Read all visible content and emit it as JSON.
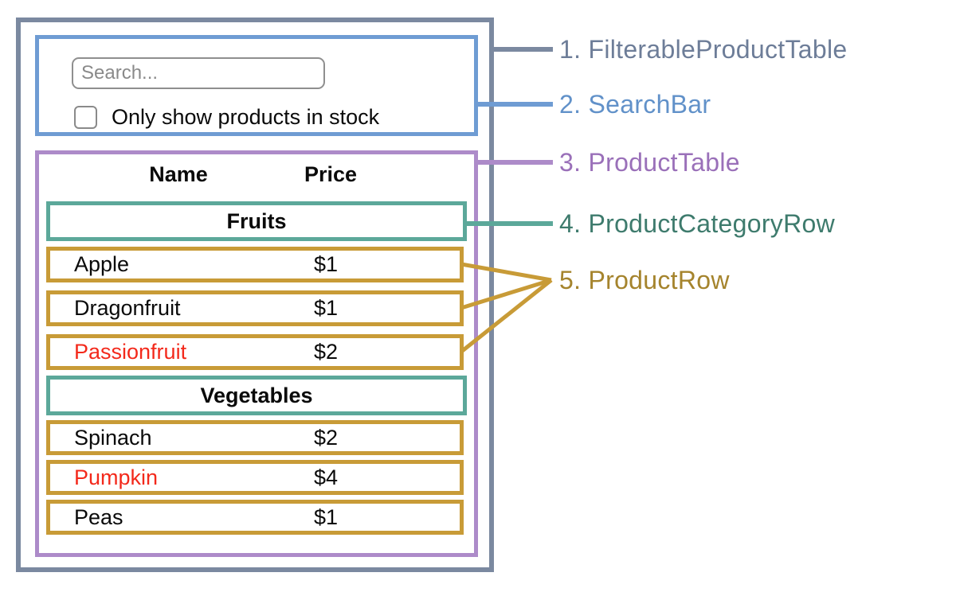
{
  "palette": {
    "filterable_product_table_border": "#7b89a0",
    "filterable_product_table_label": "#6d7d98",
    "search_bar_border": "#6f9cd3",
    "search_bar_label": "#6191c9",
    "product_table_border": "#ad8bc9",
    "product_table_label": "#9a70b9",
    "product_category_row_border": "#5ca89a",
    "product_category_row_label": "#3e7b6d",
    "product_row_border": "#c89b37",
    "product_row_label": "#a5842d",
    "out_of_stock_text": "#f3291b",
    "default_text": "#0a0a0a"
  },
  "search_bar": {
    "input_placeholder": "Search...",
    "checkbox_label": "Only show products in stock",
    "checkbox_checked": false
  },
  "product_table": {
    "headers": [
      "Name",
      "Price"
    ],
    "sections": [
      {
        "category": "Fruits",
        "products": [
          {
            "name": "Apple",
            "price": "$1",
            "color": "#0a0a0a"
          },
          {
            "name": "Dragonfruit",
            "price": "$1",
            "color": "#0a0a0a"
          },
          {
            "name": "Passionfruit",
            "price": "$2",
            "color": "#f3291b"
          }
        ]
      },
      {
        "category": "Vegetables",
        "products": [
          {
            "name": "Spinach",
            "price": "$2",
            "color": "#0a0a0a"
          },
          {
            "name": "Pumpkin",
            "price": "$4",
            "color": "#f3291b"
          },
          {
            "name": "Peas",
            "price": "$1",
            "color": "#0a0a0a"
          }
        ]
      }
    ]
  },
  "legend": [
    {
      "label": "1. FilterableProductTable",
      "color": "#6d7d98"
    },
    {
      "label": "2. SearchBar",
      "color": "#6191c9"
    },
    {
      "label": "3. ProductTable",
      "color": "#9a70b9"
    },
    {
      "label": "4. ProductCategoryRow",
      "color": "#3e7b6d"
    },
    {
      "label": "5. ProductRow",
      "color": "#a5842d"
    }
  ]
}
